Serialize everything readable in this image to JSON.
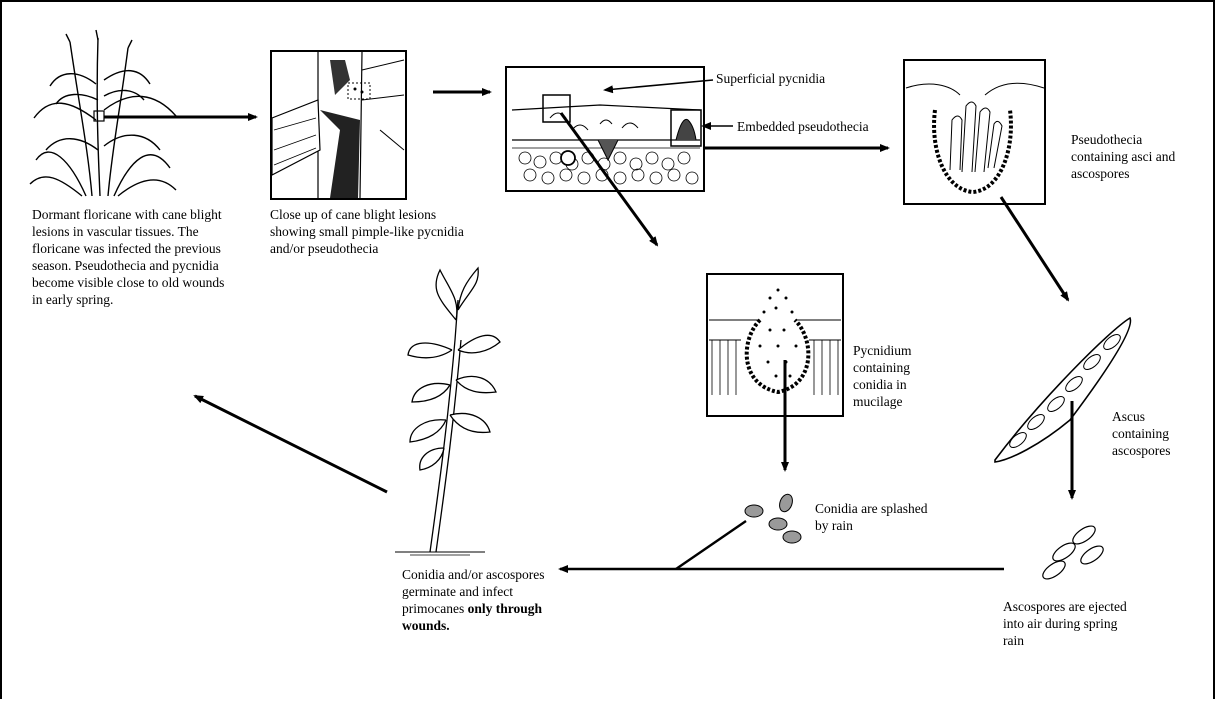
{
  "labels": {
    "dormant": "Dormant floricane with cane blight lesions in vascular tissues.  The floricane was infected the previous season. Pseudothecia and pycnidia become visible close to old wounds in early spring.",
    "closeup": "Close up of cane blight lesions showing small pimple-like pycnidia and/or pseudothecia",
    "superficial": "Superficial pycnidia",
    "embedded": "Embedded pseudothecia",
    "pseudothecia": "Pseudothecia containing asci and ascospores",
    "pycnidium": "Pycnidium containing conidia in mucilage",
    "ascus": "Ascus containing ascospores",
    "conidia_splash": "Conidia are splashed by rain",
    "ascospores_ejected": "Ascospores are ejected into air during spring rain",
    "infect_part1": "Conidia and/or ascospores germinate and infect primocanes ",
    "infect_bold": "only through wounds."
  },
  "colors": {
    "ink": "#000000",
    "spore_fill": "#9a9a9a",
    "background": "#ffffff"
  }
}
